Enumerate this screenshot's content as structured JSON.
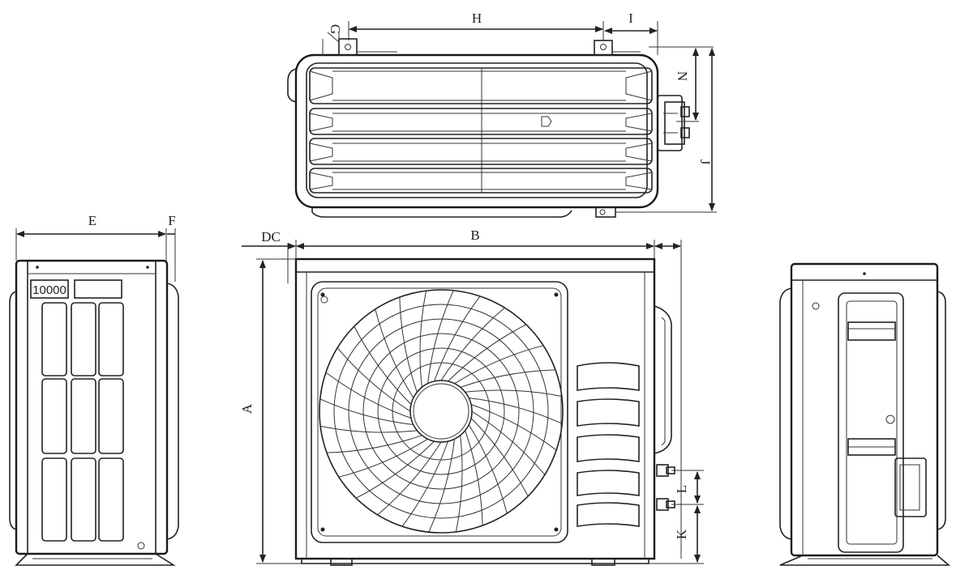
{
  "dimension_labels": {
    "A": "A",
    "B": "B",
    "DC": "DC",
    "E": "E",
    "F": "F",
    "G": "G",
    "H": "H",
    "I": "I",
    "J": "J",
    "K": "K",
    "L": "L",
    "N": "N"
  },
  "unit_badge": "10000",
  "colors": {
    "line": "#222222",
    "background": "#ffffff"
  }
}
